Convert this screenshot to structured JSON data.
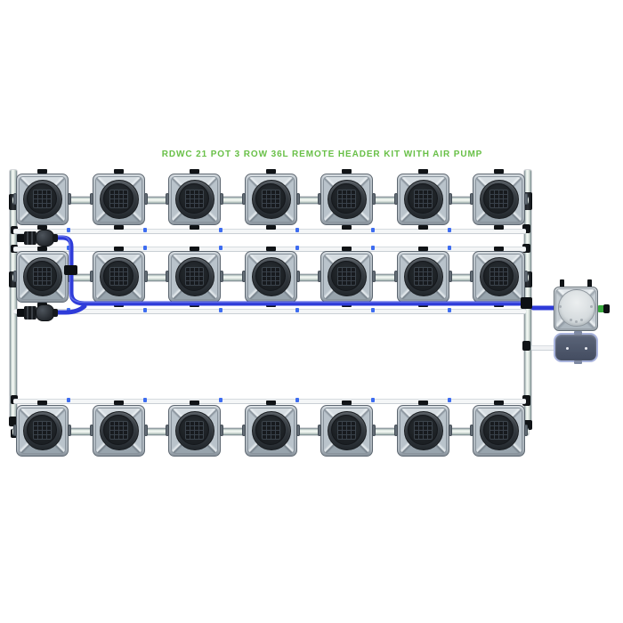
{
  "title": {
    "text": "RDWC 21 POT 3 ROW 36L REMOTE HEADER KIT WITH AIR PUMP"
  },
  "system": {
    "name": "RDWC remote header grow kit",
    "pot_count": 21,
    "row_count": 3,
    "pots_per_row": 7,
    "pot_size": "36L",
    "features": [
      "REMOTE HEADER",
      "AIR PUMP"
    ]
  },
  "components": {
    "pot": "36L pot with round net-lid",
    "header_tank": "Remote header tank with round lid",
    "air_pump": "Air pump",
    "feed_valve": "Quick-connect feed valve",
    "feed_tube": "Blue feed tubing",
    "manifold_pipe": "Row manifold pipe",
    "return_line": "White return line",
    "vertical_pipe": "Side link pipe"
  },
  "colors": {
    "title_green": "#69c048",
    "tube_blue": "#2e3bd9",
    "dot_blue": "#3d6cf0",
    "pot_gray": "#b7c1c9",
    "pipe_sage": "#e6efe9",
    "pump_navy": "#4a5468",
    "pump_border": "#a9b4dd",
    "fitting_green": "#3aa83f"
  }
}
